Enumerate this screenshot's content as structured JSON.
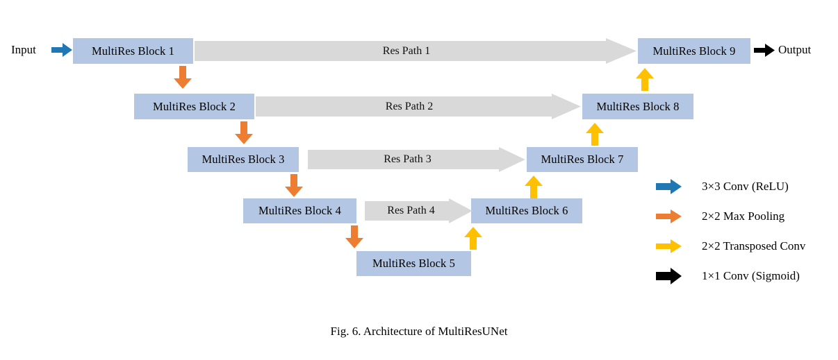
{
  "figure": {
    "caption": "Fig. 6. Architecture of MultiResUNet",
    "input_label": "Input",
    "output_label": "Output"
  },
  "colors": {
    "block_fill": "#b3c6e3",
    "respath_fill": "#d9d9d9",
    "conv_relu_arrow": "#1f77b4",
    "max_pooling_arrow": "#ed7d31",
    "transposed_conv_arrow": "#ffc000",
    "sigmoid_arrow": "#000000",
    "text": "#000000",
    "background": "#ffffff"
  },
  "blocks": [
    {
      "id": "block1",
      "label": "MultiRes Block 1"
    },
    {
      "id": "block2",
      "label": "MultiRes Block 2"
    },
    {
      "id": "block3",
      "label": "MultiRes Block 3"
    },
    {
      "id": "block4",
      "label": "MultiRes Block 4"
    },
    {
      "id": "block5",
      "label": "MultiRes Block 5"
    },
    {
      "id": "block6",
      "label": "MultiRes Block 6"
    },
    {
      "id": "block7",
      "label": "MultiRes Block 7"
    },
    {
      "id": "block8",
      "label": "MultiRes Block 8"
    },
    {
      "id": "block9",
      "label": "MultiRes Block 9"
    }
  ],
  "res_paths": [
    {
      "id": "respath1",
      "label": "Res Path 1",
      "from": "MultiRes Block 1",
      "to": "MultiRes Block 9"
    },
    {
      "id": "respath2",
      "label": "Res Path 2",
      "from": "MultiRes Block 2",
      "to": "MultiRes Block 8"
    },
    {
      "id": "respath3",
      "label": "Res Path 3",
      "from": "MultiRes Block 3",
      "to": "MultiRes Block 7"
    },
    {
      "id": "respath4",
      "label": "Res Path 4",
      "from": "MultiRes Block 4",
      "to": "MultiRes Block 6"
    }
  ],
  "legend": {
    "items": [
      {
        "id": "legend-conv-relu",
        "icon": "right-arrow-icon",
        "color": "#1f77b4",
        "label": "3×3 Conv (ReLU)"
      },
      {
        "id": "legend-max-pooling",
        "icon": "right-arrow-icon",
        "color": "#ed7d31",
        "label": "2×2 Max Pooling"
      },
      {
        "id": "legend-transposed-conv",
        "icon": "right-arrow-icon",
        "color": "#ffc000",
        "label": "2×2 Transposed Conv"
      },
      {
        "id": "legend-conv-sigmoid",
        "icon": "right-arrow-icon",
        "color": "#000000",
        "label": "1×1 Conv (Sigmoid)"
      }
    ]
  },
  "connections": {
    "downsample": [
      {
        "id": "pool-1-2",
        "type": "max-pooling",
        "from": "MultiRes Block 1",
        "to": "MultiRes Block 2"
      },
      {
        "id": "pool-2-3",
        "type": "max-pooling",
        "from": "MultiRes Block 2",
        "to": "MultiRes Block 3"
      },
      {
        "id": "pool-3-4",
        "type": "max-pooling",
        "from": "MultiRes Block 3",
        "to": "MultiRes Block 4"
      },
      {
        "id": "pool-4-5",
        "type": "max-pooling",
        "from": "MultiRes Block 4",
        "to": "MultiRes Block 5"
      }
    ],
    "upsample": [
      {
        "id": "up-5-6",
        "type": "transposed-conv",
        "from": "MultiRes Block 5",
        "to": "MultiRes Block 6"
      },
      {
        "id": "up-6-7",
        "type": "transposed-conv",
        "from": "MultiRes Block 6",
        "to": "MultiRes Block 7"
      },
      {
        "id": "up-7-8",
        "type": "transposed-conv",
        "from": "MultiRes Block 7",
        "to": "MultiRes Block 8"
      },
      {
        "id": "up-8-9",
        "type": "transposed-conv",
        "from": "MultiRes Block 8",
        "to": "MultiRes Block 9"
      }
    ],
    "input_arrow": {
      "id": "input-arrow",
      "type": "conv-relu",
      "to": "MultiRes Block 1"
    },
    "output_arrow": {
      "id": "output-arrow",
      "type": "conv-sigmoid",
      "from": "MultiRes Block 9"
    }
  }
}
